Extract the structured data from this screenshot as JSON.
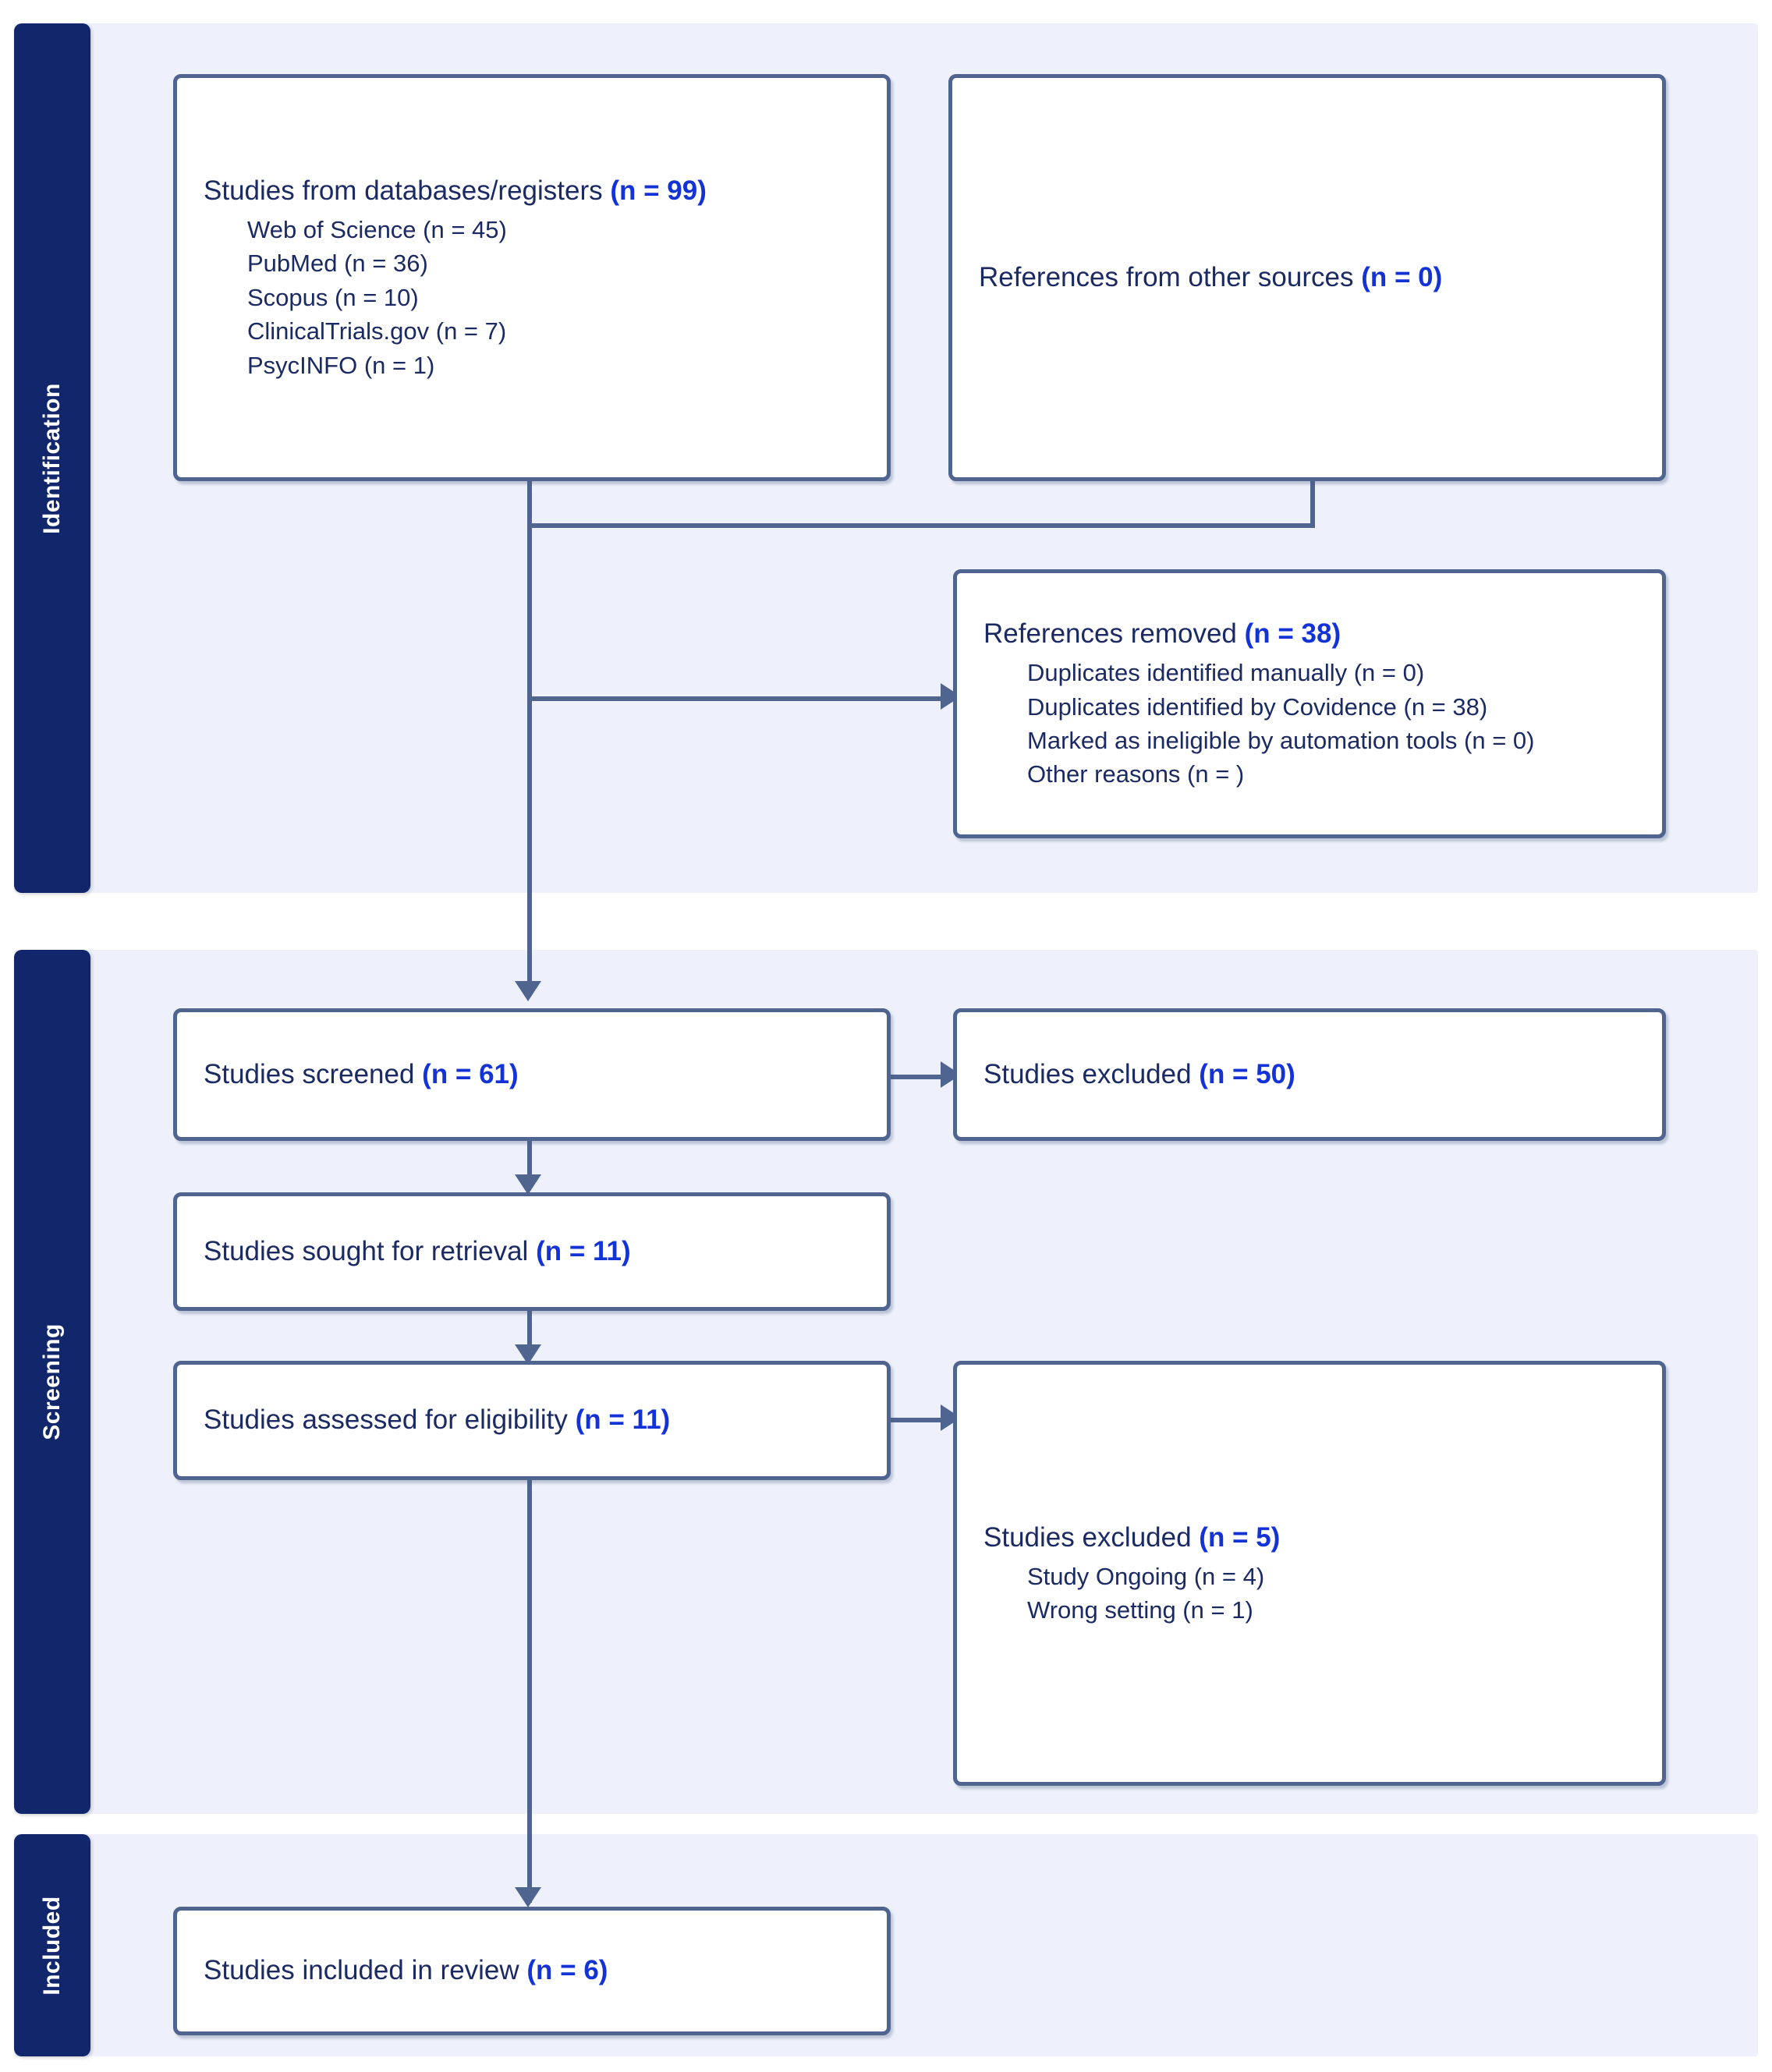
{
  "diagram": {
    "type": "PRISMA flow diagram",
    "accent_box_border": "#4f6590",
    "accent_number": "#1433d6",
    "band_background": "#eef1fb",
    "stage_tab_color": "#11266b"
  },
  "stages": [
    {
      "label": "Identification"
    },
    {
      "label": "Screening"
    },
    {
      "label": "Included"
    }
  ],
  "boxes": {
    "databases": {
      "title_text": "Studies from databases/registers ",
      "title_count": "(n = 99)",
      "items": [
        "Web of Science (n = 45)",
        "PubMed (n = 36)",
        "Scopus (n = 10)",
        "ClinicalTrials.gov (n = 7)",
        "PsycINFO (n = 1)"
      ]
    },
    "other_sources": {
      "title_text": "References from other sources ",
      "title_count": "(n = 0)",
      "items": []
    },
    "references_removed": {
      "title_text": "References removed ",
      "title_count": "(n = 38)",
      "items": [
        "Duplicates identified manually (n = 0)",
        "Duplicates identified by Covidence (n = 38)",
        "Marked as ineligible by automation tools (n = 0)",
        "Other reasons (n = )"
      ]
    },
    "screened": {
      "title_text": "Studies screened ",
      "title_count": "(n = 61)",
      "items": []
    },
    "screened_excluded": {
      "title_text": "Studies excluded ",
      "title_count": "(n = 50)",
      "items": []
    },
    "sought_retrieval": {
      "title_text": "Studies sought for retrieval ",
      "title_count": "(n = 11)",
      "items": []
    },
    "assessed_eligibility": {
      "title_text": "Studies assessed for eligibility ",
      "title_count": "(n = 11)",
      "items": []
    },
    "eligibility_excluded": {
      "title_text": "Studies excluded ",
      "title_count": "(n = 5)",
      "items": [
        "Study Ongoing (n = 4)",
        "Wrong setting (n = 1)"
      ]
    },
    "included": {
      "title_text": "Studies included in review ",
      "title_count": "(n = 6)",
      "items": []
    }
  },
  "chart_data": {
    "type": "diagram",
    "title": "PRISMA 2020 flow diagram",
    "nodes": [
      {
        "id": "databases",
        "stage": "Identification",
        "label": "Studies from databases/registers",
        "n": 99,
        "breakdown": {
          "Web of Science": 45,
          "PubMed": 36,
          "Scopus": 10,
          "ClinicalTrials.gov": 7,
          "PsycINFO": 1
        }
      },
      {
        "id": "other_sources",
        "stage": "Identification",
        "label": "References from other sources",
        "n": 0
      },
      {
        "id": "references_removed",
        "stage": "Identification",
        "label": "References removed",
        "n": 38,
        "breakdown": {
          "Duplicates identified manually": 0,
          "Duplicates identified by Covidence": 38,
          "Marked as ineligible by automation tools": 0,
          "Other reasons": null
        }
      },
      {
        "id": "screened",
        "stage": "Screening",
        "label": "Studies screened",
        "n": 61
      },
      {
        "id": "screened_excluded",
        "stage": "Screening",
        "label": "Studies excluded",
        "n": 50
      },
      {
        "id": "sought_retrieval",
        "stage": "Screening",
        "label": "Studies sought for retrieval",
        "n": 11
      },
      {
        "id": "assessed_eligibility",
        "stage": "Screening",
        "label": "Studies assessed for eligibility",
        "n": 11
      },
      {
        "id": "eligibility_excluded",
        "stage": "Screening",
        "label": "Studies excluded",
        "n": 5,
        "breakdown": {
          "Study Ongoing": 4,
          "Wrong setting": 1
        }
      },
      {
        "id": "included",
        "stage": "Included",
        "label": "Studies included in review",
        "n": 6
      }
    ],
    "edges": [
      {
        "from": "databases",
        "to": "references_removed"
      },
      {
        "from": "other_sources",
        "to": "references_removed"
      },
      {
        "from": "databases",
        "to": "screened"
      },
      {
        "from": "screened",
        "to": "screened_excluded"
      },
      {
        "from": "screened",
        "to": "sought_retrieval"
      },
      {
        "from": "sought_retrieval",
        "to": "assessed_eligibility"
      },
      {
        "from": "assessed_eligibility",
        "to": "eligibility_excluded"
      },
      {
        "from": "assessed_eligibility",
        "to": "included"
      }
    ]
  }
}
